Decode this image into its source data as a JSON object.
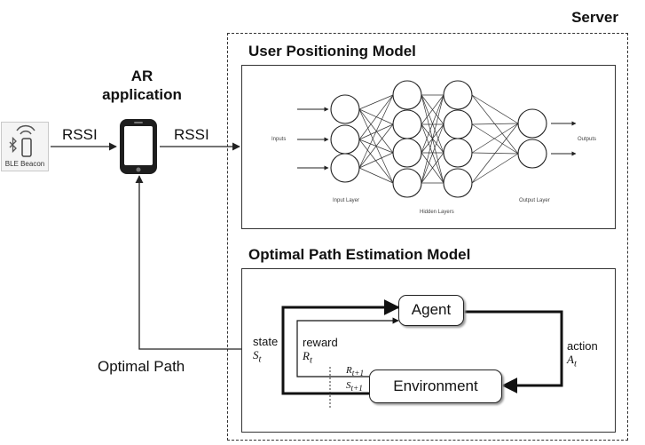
{
  "server": {
    "label": "Server"
  },
  "ar": {
    "line1": "AR",
    "line2": "application"
  },
  "beacon": {
    "icon": "bluetooth-icon",
    "caption": "BLE Beacon"
  },
  "links": {
    "rssi_left": "RSSI",
    "rssi_right": "RSSI",
    "optimal_path": "Optimal Path"
  },
  "user_model": {
    "title": "User Positioning Model",
    "inputs_label": "Inputs",
    "outputs_label": "Outputs",
    "input_layer": "Input Layer",
    "hidden_layers": "Hidden Layers",
    "output_layer": "Output Layer"
  },
  "path_model": {
    "title": "Optimal Path Estimation Model",
    "agent": "Agent",
    "environment": "Environment",
    "state": "state",
    "state_sym": "S",
    "state_sub": "t",
    "reward": "reward",
    "reward_sym": "R",
    "reward_sub": "t",
    "action": "action",
    "action_sym": "A",
    "action_sub": "t",
    "next_reward_sym": "R",
    "next_reward_sub": "t+1",
    "next_state_sym": "S",
    "next_state_sub": "t+1"
  }
}
